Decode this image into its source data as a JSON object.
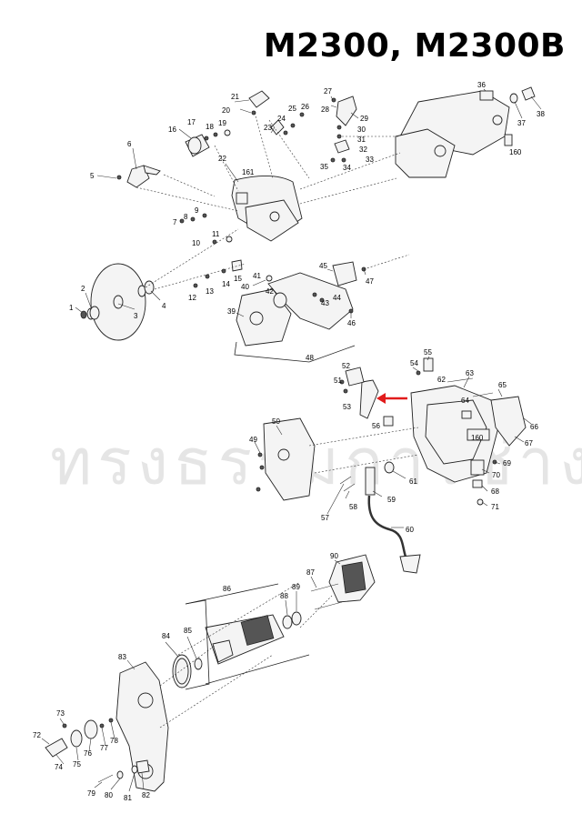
{
  "title": "M2300, M2300B",
  "watermark": "ทรงธรรมการช่าง",
  "colors": {
    "arrow": "#e11b1b",
    "ink": "#222222"
  },
  "labels": {
    "p1": "1",
    "p2": "2",
    "p3": "3",
    "p4": "4",
    "p5": "5",
    "p6": "6",
    "p7": "7",
    "p8": "8",
    "p9": "9",
    "p10": "10",
    "p11": "11",
    "p12": "12",
    "p13": "13",
    "p14": "14",
    "p15": "15",
    "p16": "16",
    "p17": "17",
    "p18": "18",
    "p19": "19",
    "p20": "20",
    "p21": "21",
    "p22": "22",
    "p23": "23",
    "p24": "24",
    "p25": "25",
    "p26": "26",
    "p27": "27",
    "p28": "28",
    "p29": "29",
    "p30": "30",
    "p31": "31",
    "p32": "32",
    "p33": "33",
    "p34": "34",
    "p35": "35",
    "p36": "36",
    "p37": "37",
    "p38": "38",
    "p39": "39",
    "p40": "40",
    "p41": "41",
    "p42": "42",
    "p43": "43",
    "p44": "44",
    "p45": "45",
    "p46": "46",
    "p47": "47",
    "p48": "48",
    "p49": "49",
    "p50": "50",
    "p51": "51",
    "p52": "52",
    "p53": "53",
    "p54": "54",
    "p55": "55",
    "p56": "56",
    "p57": "57",
    "p58": "58",
    "p59": "59",
    "p60": "60",
    "p61": "61",
    "p62": "62",
    "p63": "63",
    "p64": "64",
    "p65": "65",
    "p66": "66",
    "p67": "67",
    "p68": "68",
    "p69": "69",
    "p70": "70",
    "p71": "71",
    "p72": "72",
    "p73": "73",
    "p74": "74",
    "p75": "75",
    "p76": "76",
    "p77": "77",
    "p78": "78",
    "p79": "79",
    "p80": "80",
    "p81": "81",
    "p82": "82",
    "p83": "83",
    "p84": "84",
    "p85": "85",
    "p86": "86",
    "p87": "87",
    "p88": "88",
    "p89": "89",
    "p90": "90",
    "p160": "160",
    "p161": "161"
  }
}
